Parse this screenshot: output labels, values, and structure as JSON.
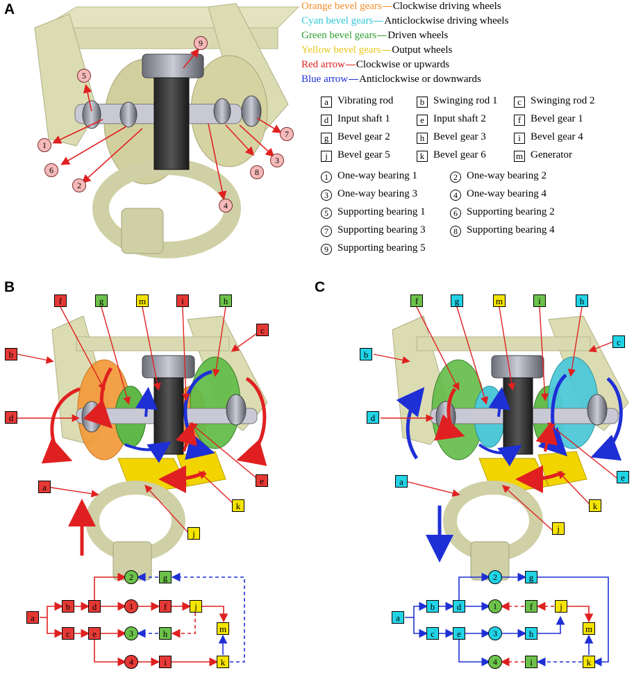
{
  "panels": {
    "a": "A",
    "b": "B",
    "c": "C"
  },
  "legend": [
    {
      "name": "Orange bevel gears",
      "desc": "Clockwise driving wheels",
      "color": "#f28c28"
    },
    {
      "name": "Cyan bevel gears",
      "desc": "Anticlockwise driving wheels",
      "color": "#2cc7d4"
    },
    {
      "name": "Green bevel gears",
      "desc": "Driven wheels",
      "color": "#2e9e2e"
    },
    {
      "name": "Yellow bevel gears",
      "desc": "Output wheels",
      "color": "#e6c619"
    },
    {
      "name": "Red arrow",
      "desc": "Clockwise or upwards",
      "color": "#e02020"
    },
    {
      "name": "Blue arrow",
      "desc": "Anticlockwise or downwards",
      "color": "#1e2fd6"
    }
  ],
  "parts": [
    {
      "k": "a",
      "label": "Vibrating rod"
    },
    {
      "k": "b",
      "label": "Swinging rod 1"
    },
    {
      "k": "c",
      "label": "Swinging rod  2"
    },
    {
      "k": "d",
      "label": "Input shaft 1"
    },
    {
      "k": "e",
      "label": "Input shaft 2"
    },
    {
      "k": "f",
      "label": "Bevel gear 1"
    },
    {
      "k": "g",
      "label": "Bevel gear 2"
    },
    {
      "k": "h",
      "label": "Bevel gear 3"
    },
    {
      "k": "i",
      "label": "Bevel gear 4"
    },
    {
      "k": "j",
      "label": "Bevel gear 5"
    },
    {
      "k": "k",
      "label": "Bevel gear 6"
    },
    {
      "k": "m",
      "label": "Generator"
    }
  ],
  "bearings": [
    {
      "k": "1",
      "label": "One-way bearing 1"
    },
    {
      "k": "2",
      "label": "One-way bearing 2"
    },
    {
      "k": "3",
      "label": "One-way bearing 3"
    },
    {
      "k": "4",
      "label": "One-way bearing 4"
    },
    {
      "k": "5",
      "label": "Supporting bearing 1"
    },
    {
      "k": "6",
      "label": "Supporting bearing 2"
    },
    {
      "k": "7",
      "label": "Supporting bearing 3"
    },
    {
      "k": "8",
      "label": "Supporting bearing 4"
    },
    {
      "k": "9",
      "label": "Supporting bearing 5"
    }
  ]
}
